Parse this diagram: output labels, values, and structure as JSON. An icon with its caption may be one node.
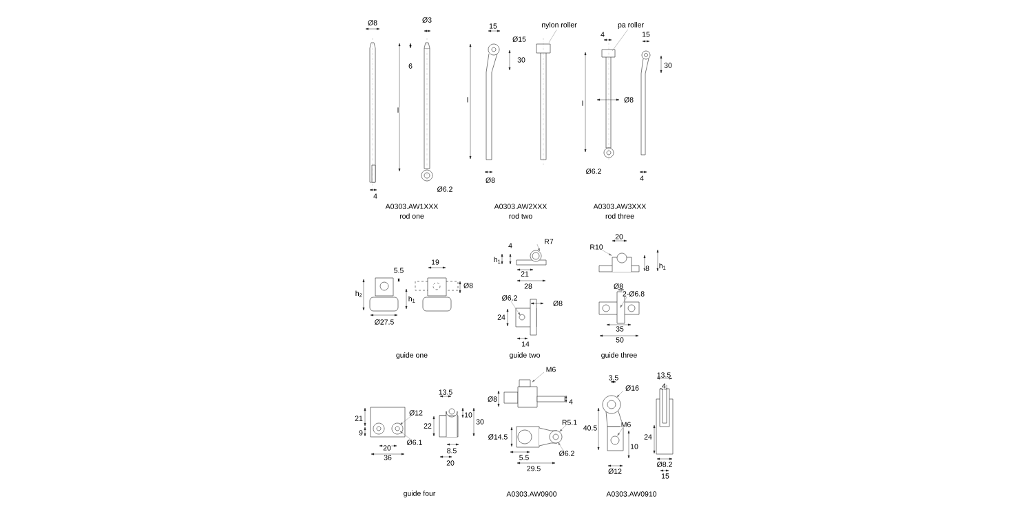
{
  "diagram": {
    "nodes": [
      {
        "text": [
          "nylon roller"
        ]
      },
      {
        "text": [
          "pa roller"
        ]
      }
    ],
    "edges": [
      {
        "from": 0,
        "to": null,
        "arrow": "none"
      },
      {
        "from": 1,
        "to": null,
        "arrow": "none"
      }
    ],
    "labels": [
      "Ø8",
      "Ø3",
      "15",
      "Ø15",
      "4",
      "15",
      "6",
      "30",
      "30",
      "l",
      "l",
      "l",
      "Ø8",
      "Ø6.2",
      "Ø8",
      "4",
      "Ø6.2",
      "4",
      "A0303.AW1XXX",
      "rod one",
      "A0303.AW2XXX",
      "rod two",
      "A0303.AW3XXX",
      "rod three",
      "20",
      "R7",
      "4",
      "R10",
      "h$_{1}$",
      "h$_{1}$",
      "8",
      "19",
      "5.5",
      "21",
      "Ø8",
      "28",
      "Ø8",
      "h$_{2}$",
      "2-Ø6.8",
      "Ø6.2",
      "h$_{1}$",
      "Ø8",
      "24",
      "Ø27.5",
      "35",
      "50",
      "14",
      "guide one",
      "guide two",
      "guide three",
      "M6",
      "13.5",
      "3.5",
      "4",
      "Ø16",
      "13.5",
      "Ø8",
      "4",
      "Ø12",
      "10",
      "21",
      "30",
      "R5.1",
      "M6",
      "22",
      "40.5",
      "9",
      "Ø14.5",
      "24",
      "Ø6.1",
      "10",
      "20",
      "8.5",
      "Ø6.2",
      "5.5",
      "36",
      "20",
      "Ø8.2",
      "29.5",
      "Ø12",
      "15",
      "guide four",
      "A0303.AW0900",
      "A0303.AW0910"
    ]
  }
}
